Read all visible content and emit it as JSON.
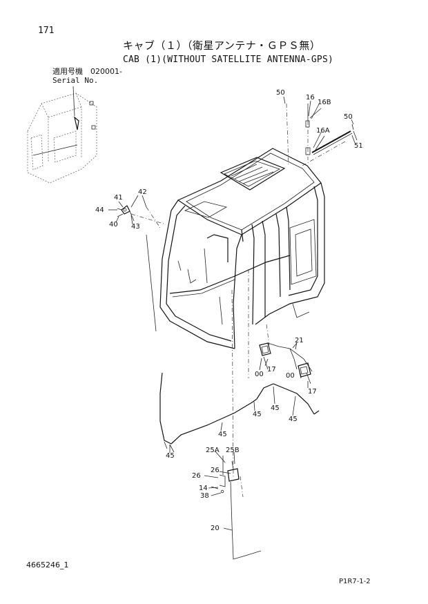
{
  "header": {
    "page_number": "171",
    "title_jp": "キャブ（１）（衛星アンテナ・ＧＰＳ無）",
    "title_en": "CAB (1)(WITHOUT SATELLITE ANTENNA-GPS)"
  },
  "serial": {
    "label_jp": "適用号機　020001-",
    "label_en": "Serial No."
  },
  "callouts": {
    "c50a": "50",
    "c16": "16",
    "c16b": "16B",
    "c50b": "50",
    "c16a": "16A",
    "c51": "51",
    "c41": "41",
    "c42": "42",
    "c44": "44",
    "c40": "40",
    "c43": "43",
    "c21": "21",
    "c17a": "17",
    "c00a": "00",
    "c00b": "00",
    "c17b": "17",
    "c45a": "45",
    "c45b": "45",
    "c45c": "45",
    "c45d": "45",
    "c45e": "45",
    "c25a": "25A",
    "c25b": "25B",
    "c26a": "26",
    "c26b": "26",
    "c14": "14",
    "c38": "38",
    "c20": "20"
  },
  "footer": {
    "doc_number": "4665246_1",
    "sheet_ref": "P1R7-1-2"
  }
}
